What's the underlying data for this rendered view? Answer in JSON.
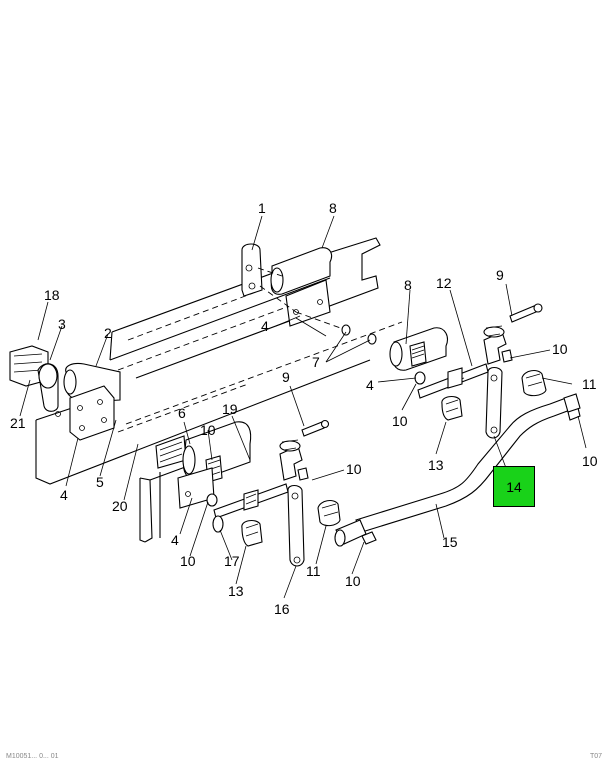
{
  "diagram": {
    "highlight_color": "#19d219",
    "highlighted_callout": "14",
    "callouts": [
      "1",
      "8",
      "21",
      "18",
      "3",
      "2",
      "4",
      "5",
      "20",
      "6",
      "19",
      "4",
      "10",
      "17",
      "13",
      "16",
      "9",
      "10",
      "11",
      "10",
      "15",
      "10",
      "8",
      "12",
      "9",
      "4",
      "10",
      "7",
      "4",
      "13",
      "10",
      "11",
      "10",
      "14"
    ],
    "footer_left": "M10051... 0... 01",
    "footer_right": "T07"
  }
}
